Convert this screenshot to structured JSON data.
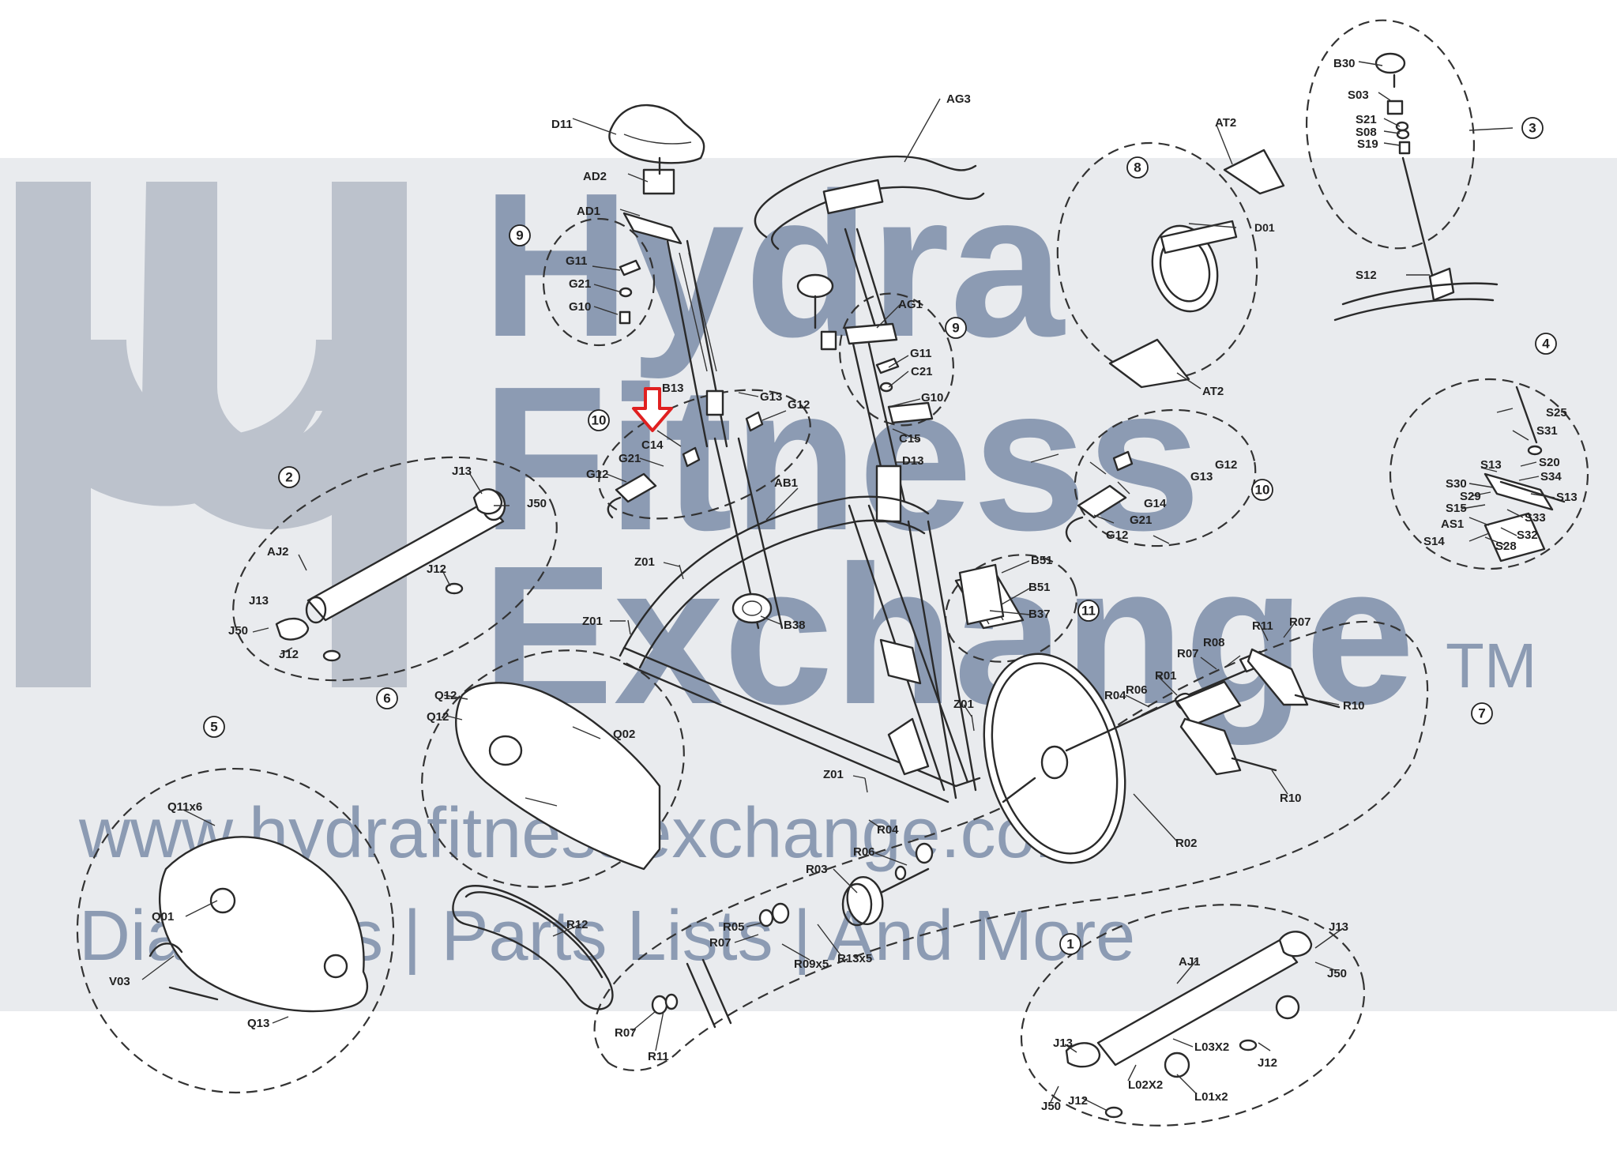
{
  "watermark": {
    "line1": "Hydra",
    "line2": "Fitness",
    "line3": "Exchange",
    "trademark": "TM",
    "url": "www.hydrafitnessexchange.com",
    "tagline": "Diagrams | Parts Lists | And More"
  },
  "highlight": {
    "color": "#e02020",
    "target": "C14"
  },
  "group_numbers": [
    "1",
    "2",
    "3",
    "4",
    "5",
    "6",
    "7",
    "8",
    "9",
    "9",
    "10",
    "10",
    "11"
  ],
  "labels": {
    "D11": "D11",
    "AD2": "AD2",
    "AD1": "AD1",
    "AG3": "AG3",
    "AG1": "AG1",
    "AT2": "AT2",
    "AT2b": "AT2",
    "D01": "D01",
    "B30": "B30",
    "S03": "S03",
    "S21": "S21",
    "S08": "S08",
    "S19": "S19",
    "S12": "S12",
    "G11a": "G11",
    "G21a": "G21",
    "G10a": "G10",
    "G11b": "G11",
    "C21": "C21",
    "G10b": "G10",
    "C15": "C15",
    "D13": "D13",
    "B13": "B13",
    "G13a": "G13",
    "G12a": "G12",
    "C14": "C14",
    "G21b": "G21",
    "G12b": "G12",
    "AB1": "AB1",
    "Z01a": "Z01",
    "Z01b": "Z01",
    "Z01c": "Z01",
    "Z01d": "Z01",
    "B38": "B38",
    "J13a": "J13",
    "J50a": "J50",
    "AJ2": "AJ2",
    "J12a": "J12",
    "J13b": "J13",
    "J50b": "J50",
    "J12b": "J12",
    "G12c": "G12",
    "G13b": "G13",
    "G14": "G14",
    "G21c": "G21",
    "G12d": "G12",
    "B51a": "B51",
    "B51b": "B51",
    "B37": "B37",
    "S25": "S25",
    "S31": "S31",
    "S13a": "S13",
    "S20": "S20",
    "S34": "S34",
    "S13b": "S13",
    "S30": "S30",
    "S29": "S29",
    "S15": "S15",
    "S33": "S33",
    "AS1": "AS1",
    "S32": "S32",
    "S14": "S14",
    "S28": "S28",
    "Q12a": "Q12",
    "Q12b": "Q12",
    "Q02": "Q02",
    "Q11x6": "Q11x6",
    "Q01": "Q01",
    "V03": "V03",
    "Q13": "Q13",
    "R11a": "R11",
    "R07a": "R07",
    "R08": "R08",
    "R07b": "R07",
    "R01": "R01",
    "R04a": "R04",
    "R06a": "R06",
    "R10a": "R10",
    "R10b": "R10",
    "R02": "R02",
    "R04b": "R04",
    "R06b": "R06",
    "R03": "R03",
    "R05": "R05",
    "R07c": "R07",
    "R09x5": "R09x5",
    "R13x5": "R13x5",
    "R12": "R12",
    "R07d": "R07",
    "R11b": "R11",
    "J13c": "J13",
    "AJ1": "AJ1",
    "J50c": "J50",
    "L03X2": "L03X2",
    "J13d": "J13",
    "J12c": "J12",
    "L02X2": "L02X2",
    "L01x2": "L01x2",
    "J50d": "J50",
    "J12d": "J12"
  }
}
